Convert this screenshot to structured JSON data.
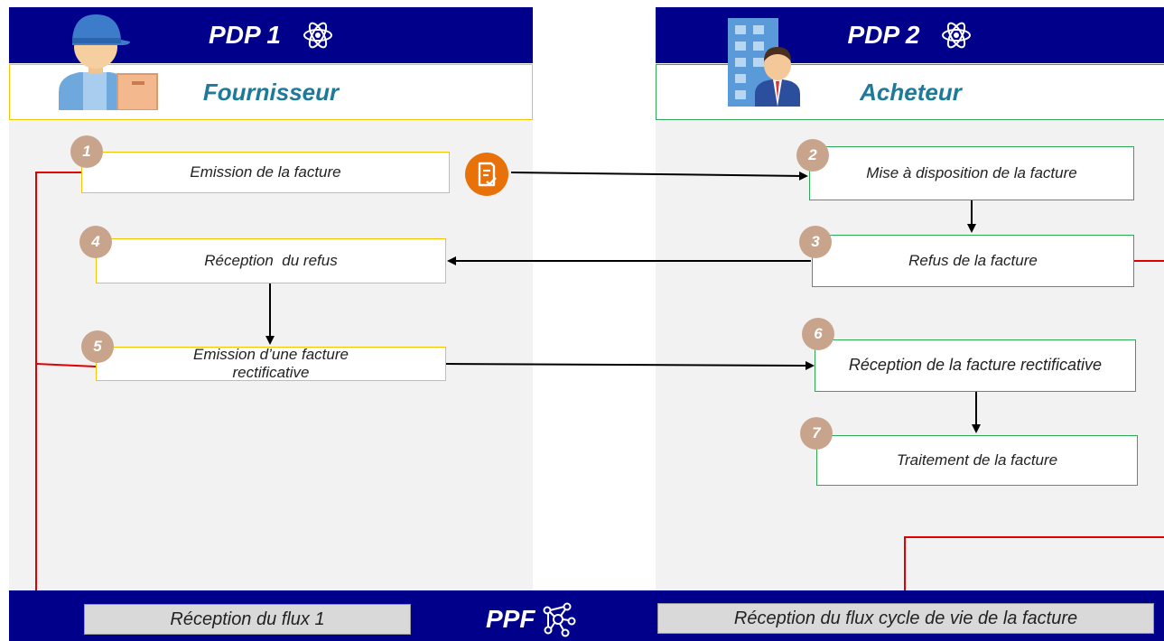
{
  "lanes": {
    "left": {
      "header": "PDP 1",
      "role": "Fournisseur"
    },
    "right": {
      "header": "PDP 2",
      "role": "Acheteur"
    }
  },
  "steps": [
    {
      "num": "1",
      "label": "Emission de la facture"
    },
    {
      "num": "2",
      "label": "Mise à disposition de la facture"
    },
    {
      "num": "3",
      "label": "Refus de la facture"
    },
    {
      "num": "4",
      "label": "Réception  du refus"
    },
    {
      "num": "5",
      "label": "Emission d’une facture rectificative"
    },
    {
      "num": "6",
      "label": "Réception de la facture rectificative"
    },
    {
      "num": "7",
      "label": "Traitement de la facture"
    }
  ],
  "ppf": {
    "label": "PPF",
    "flux_left": "Réception du flux 1",
    "flux_right": "Réception du flux cycle de vie de la facture"
  },
  "icons": {
    "atom": "atom-icon",
    "delivery_person": "delivery-person-icon",
    "building_person": "building-person-icon",
    "invoice": "invoice-icon",
    "network": "network-icon"
  },
  "colors": {
    "header_blue": "#00008b",
    "supplier_border": "#f5c400",
    "buyer_border": "#2eaa55",
    "flow_red": "#e00000",
    "badge": "#c9a48c",
    "invoice_orange": "#e8710a"
  }
}
